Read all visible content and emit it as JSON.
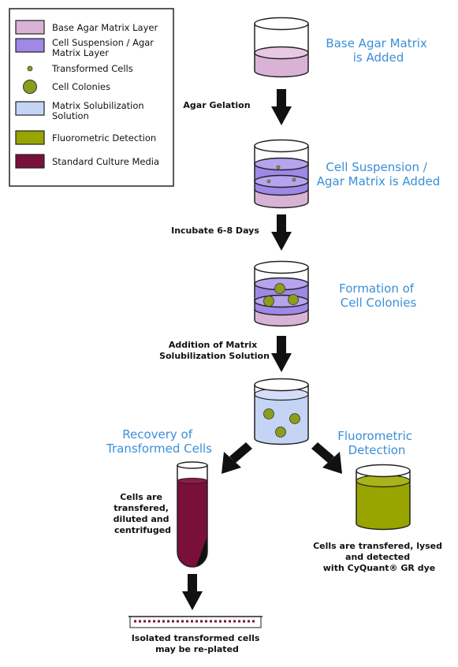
{
  "legend": {
    "items": [
      {
        "label_lines": [
          "Base Agar Matrix Layer"
        ],
        "swatch": "rect",
        "color": "#d9b3d6"
      },
      {
        "label_lines": [
          "Cell Suspension / Agar",
          "Matrix Layer"
        ],
        "swatch": "rect",
        "color": "#9f88e6"
      },
      {
        "label_lines": [
          "Transformed Cells"
        ],
        "swatch": "dot",
        "color": "#8a9e1c"
      },
      {
        "label_lines": [
          "Cell Colonies"
        ],
        "swatch": "circle",
        "color": "#8a9e1c"
      },
      {
        "label_lines": [
          "Matrix Solubilization",
          "Solution"
        ],
        "swatch": "rect",
        "color": "#c5d3f5"
      },
      {
        "label_lines": [
          "Fluorometric Detection"
        ],
        "swatch": "rect",
        "color": "#98a400"
      },
      {
        "label_lines": [
          "Standard Culture Media"
        ],
        "swatch": "rect",
        "color": "#7a0f3c"
      }
    ]
  },
  "steps": {
    "base_agar": {
      "title_lines": [
        "Base Agar Matrix",
        "is Added"
      ]
    },
    "cell_suspension": {
      "title_lines": [
        "Cell Suspension /",
        "Agar Matrix is Added"
      ]
    },
    "colonies": {
      "title_lines": [
        "Formation of",
        "Cell Colonies"
      ]
    },
    "recovery": {
      "title_lines": [
        "Recovery of",
        "Transformed Cells"
      ]
    },
    "fluorometric": {
      "title_lines": [
        "Fluorometric",
        "Detection"
      ]
    }
  },
  "transitions": {
    "gelation": {
      "lines": [
        "Agar Gelation"
      ]
    },
    "incubate": {
      "lines": [
        "Incubate 6-8 Days"
      ]
    },
    "solubilization": {
      "lines": [
        "Addition of Matrix",
        "Solubilization Solution"
      ]
    }
  },
  "notes": {
    "tube": {
      "lines": [
        "Cells are",
        "transfered,",
        "diluted and",
        "centrifuged"
      ]
    },
    "detection": {
      "lines": [
        "Cells are transfered, lysed",
        "and detected",
        "with CyQuant® GR dye"
      ]
    },
    "plate": {
      "lines": [
        "Isolated transformed cells",
        "may be re-plated"
      ]
    }
  },
  "colors": {
    "base_agar": "#d9b3d6",
    "cell_layer": "#9f88e6",
    "cell_layer_mid": "#b7a3ee",
    "cells": "#8a9e1c",
    "solubilization": "#c5d3f5",
    "detection": "#98a400",
    "media": "#7a0f3c",
    "title_blue": "#3a8fd8"
  }
}
